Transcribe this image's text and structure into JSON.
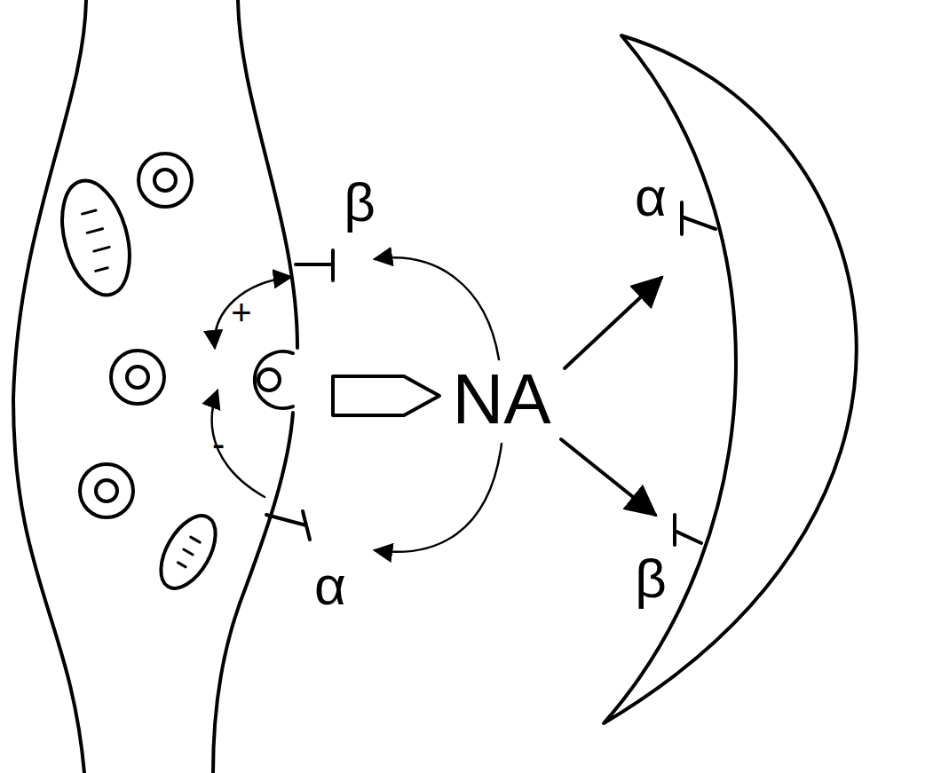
{
  "diagram": {
    "labels": [
      "β",
      "α",
      "+",
      "NA",
      "-",
      "β",
      "α"
    ]
  }
}
